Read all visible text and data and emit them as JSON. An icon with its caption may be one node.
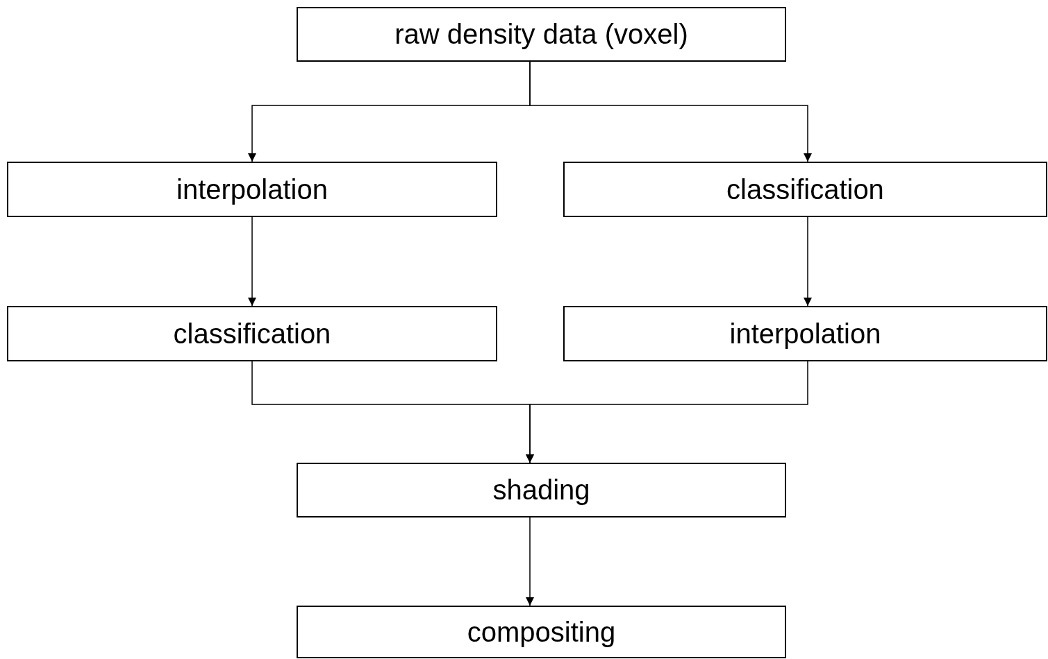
{
  "diagram": {
    "nodes": [
      {
        "text": [
          "raw density data (voxel)"
        ]
      },
      {
        "text": [
          "interpolation"
        ]
      },
      {
        "text": [
          "classification"
        ]
      },
      {
        "text": [
          "classification"
        ]
      },
      {
        "text": [
          "interpolation"
        ]
      },
      {
        "text": [
          "shading"
        ]
      },
      {
        "text": [
          "compositing"
        ]
      }
    ],
    "edges": [
      {
        "from": 0,
        "to": 1,
        "arrow": "to"
      },
      {
        "from": 0,
        "to": 2,
        "arrow": "to"
      },
      {
        "from": 1,
        "to": 3,
        "arrow": "to"
      },
      {
        "from": 2,
        "to": 4,
        "arrow": "to"
      },
      {
        "from": 3,
        "to": 5,
        "arrow": "to"
      },
      {
        "from": 4,
        "to": 5,
        "arrow": "to"
      },
      {
        "from": 5,
        "to": 6,
        "arrow": "to"
      }
    ]
  }
}
